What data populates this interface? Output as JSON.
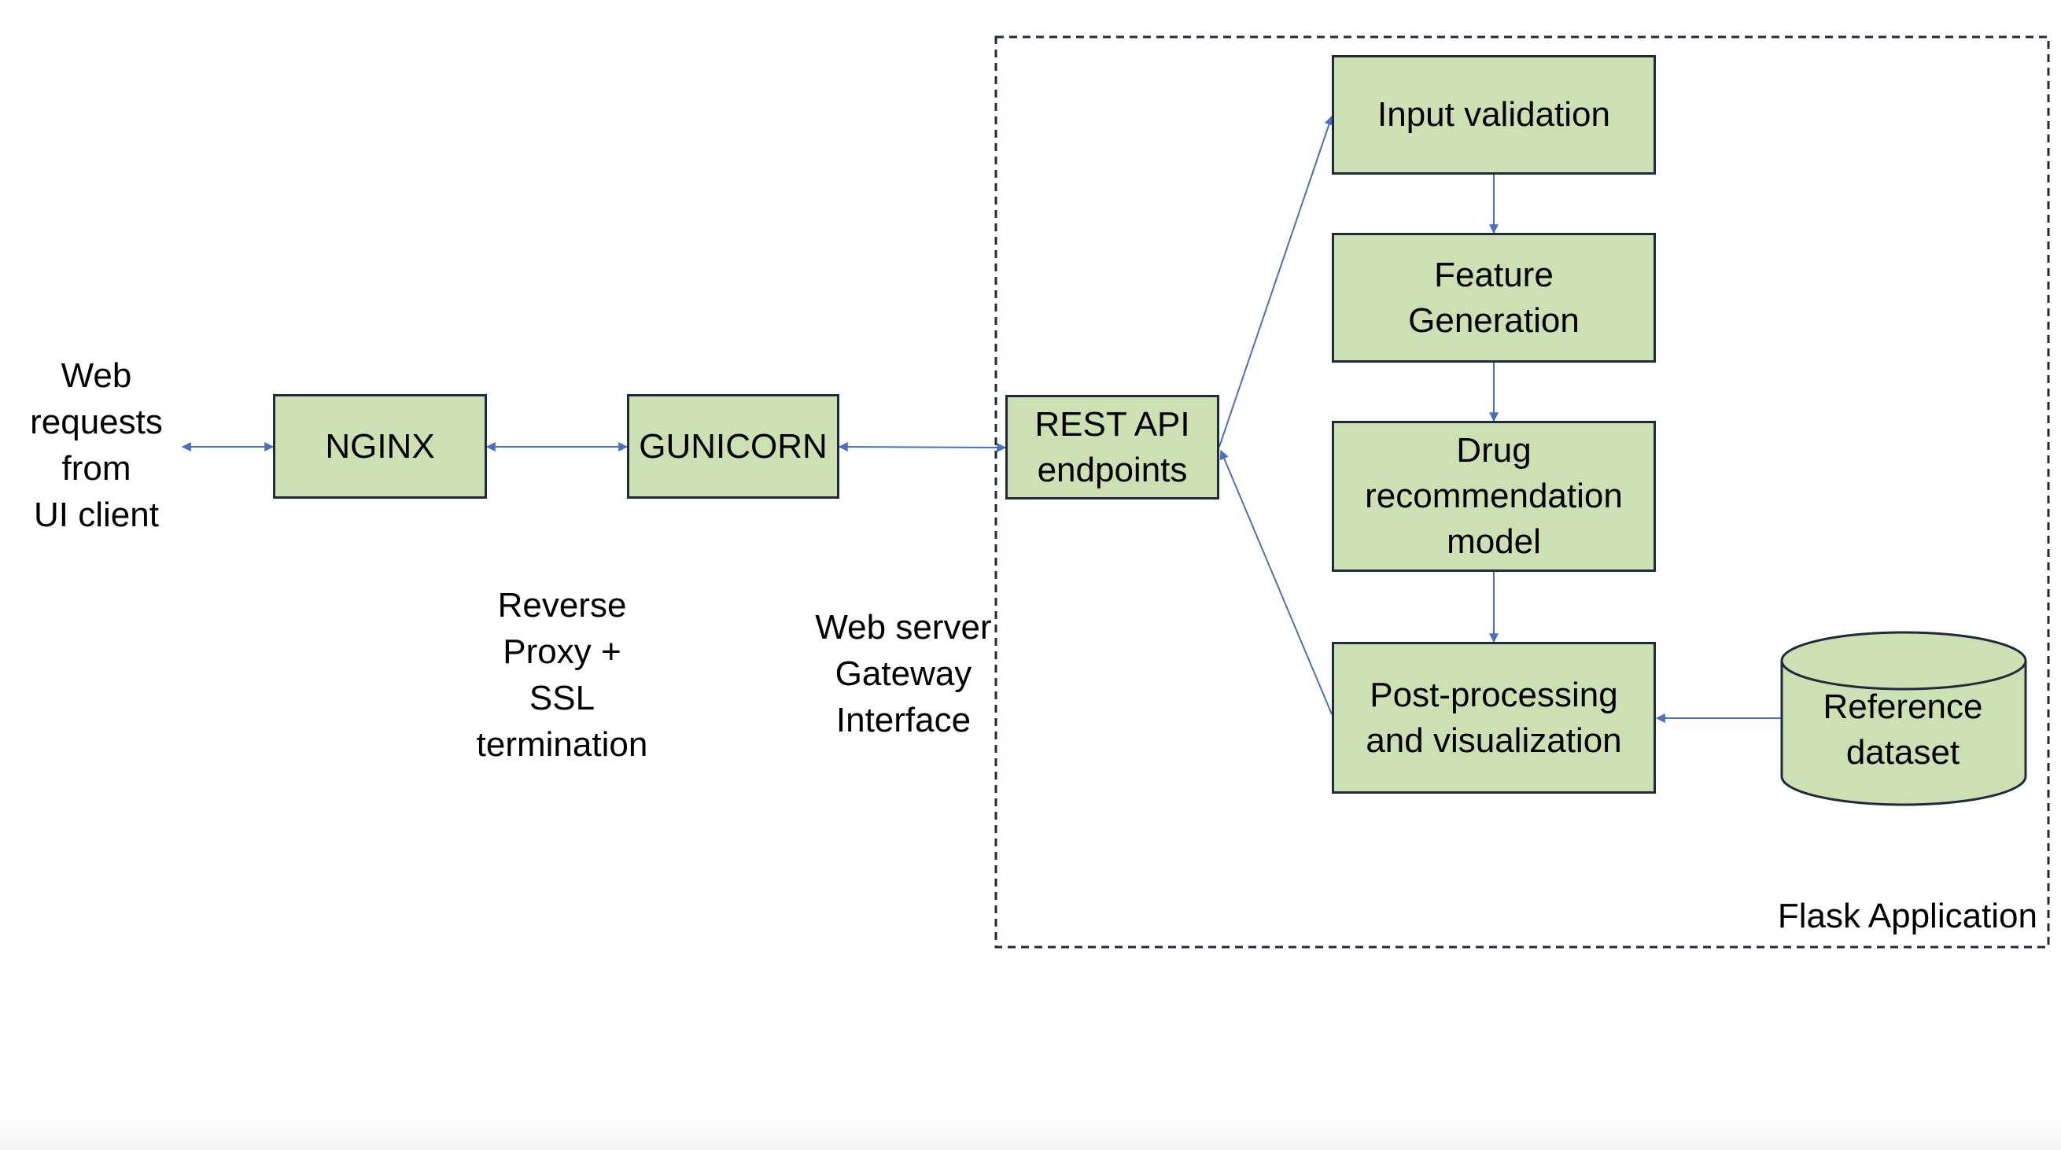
{
  "client": {
    "lines": [
      "Web",
      "requests",
      "from",
      "UI client"
    ]
  },
  "nodes": {
    "nginx": "NGINX",
    "gunicorn": "GUNICORN",
    "rest_api": [
      "REST API",
      "endpoints"
    ],
    "input_validation": "Input validation",
    "feature_generation": [
      "Feature",
      "Generation"
    ],
    "drug_model": [
      "Drug",
      "recommendation",
      "model"
    ],
    "postprocessing": [
      "Post-processing",
      "and visualization"
    ],
    "reference_dataset": [
      "Reference",
      "dataset"
    ]
  },
  "annotations": {
    "reverse_proxy": [
      "Reverse",
      "Proxy +",
      "SSL",
      "termination"
    ],
    "wsgi": [
      "Web server",
      "Gateway",
      "Interface"
    ]
  },
  "container": {
    "label": "Flask Application"
  },
  "colors": {
    "box_fill": "#cce0b4",
    "box_border": "#1f2a3a",
    "arrow": "#4a6fbf"
  }
}
